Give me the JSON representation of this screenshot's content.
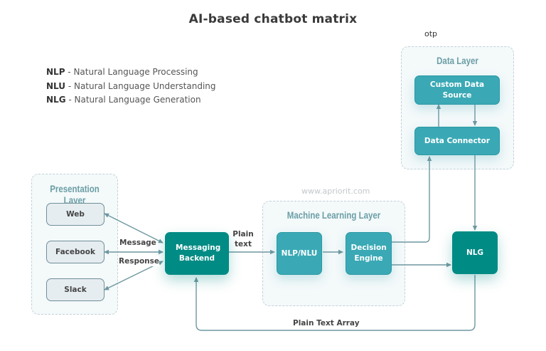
{
  "title": "AI-based chatbot matrix",
  "legend": [
    {
      "abbr": "NLP",
      "text": " - Natural Language Processing"
    },
    {
      "abbr": "NLU",
      "text": " - Natural Language Understanding"
    },
    {
      "abbr": "NLG",
      "text": " - Natural Language Generation"
    }
  ],
  "otp_label": "otp",
  "watermark": "www.apriorit.com",
  "layers": {
    "presentation": {
      "title": "Presentation Layer",
      "nodes": [
        "Web",
        "Facebook",
        "Slack"
      ]
    },
    "machine_learning": {
      "title": "Machine Learning Layer",
      "nodes": [
        "NLP/NLU",
        "Decision Engine"
      ]
    },
    "data": {
      "title": "Data Layer",
      "nodes": [
        "Custom Data Source",
        "Data Connector"
      ]
    }
  },
  "nodes": {
    "messaging_backend": "Messaging Backend",
    "nlg": "NLG"
  },
  "edge_labels": {
    "message": "Message",
    "response": "Response",
    "plain_text": "Plain text",
    "plain_text_array": "Plain Text Array"
  },
  "colors": {
    "dark_teal": "#008b84",
    "teal": "#3aa9b5",
    "light_node": "#e6edf0",
    "connector": "#6f97a0",
    "layer_title": "#6a9ea6"
  }
}
